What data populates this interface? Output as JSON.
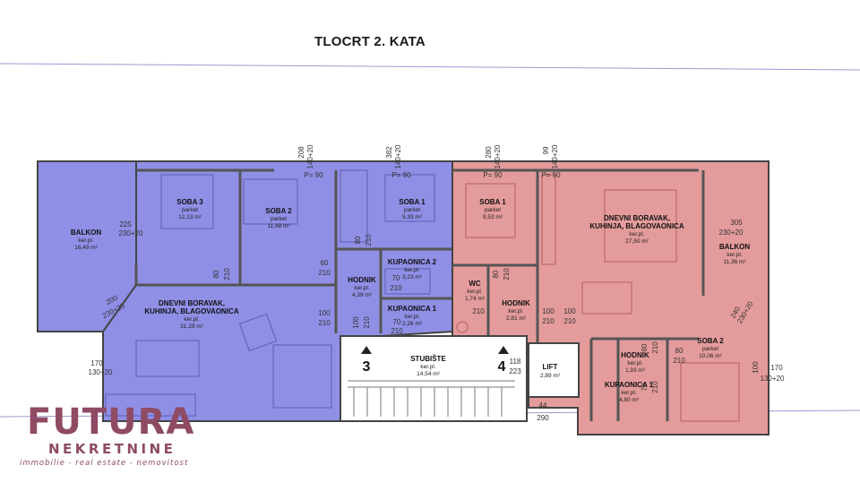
{
  "title": "TLOCRT 2. KATA",
  "colors": {
    "apartment_left": "#8f8fe6",
    "apartment_right": "#e49b9b",
    "wall": "#5a5a5a",
    "brand": "#8e4b63"
  },
  "rooms": {
    "balkon_left": {
      "name": "BALKON",
      "floor": "ker.pl.",
      "area": "16,49 m²"
    },
    "soba3": {
      "name": "SOBA 3",
      "floor": "parket",
      "area": "12,13 m²"
    },
    "soba2_left": {
      "name": "SOBA 2",
      "floor": "parket",
      "area": "11,48 m²"
    },
    "soba1_left": {
      "name": "SOBA 1",
      "floor": "parket",
      "area": "9,33 m²"
    },
    "dnevni_left": {
      "name1": "DNEVNI BORAVAK,",
      "name2": "KUHINJA, BLAGOVAONICA",
      "floor": "ker.pl.",
      "area": "31,29 m²"
    },
    "hodnik_left": {
      "name": "HODNIK",
      "floor": "ker.pl.",
      "area": "4,39 m²"
    },
    "kupaonica2": {
      "name": "KUPAONICA 2",
      "floor": "ker.pl.",
      "area": "3,23 m²"
    },
    "kupaonica1_left": {
      "name": "KUPAONICA 1",
      "floor": "ker.pl.",
      "area": "2,26 m²"
    },
    "stubiste": {
      "name": "STUBIŠTE",
      "floor": "ker.pl.",
      "area": "14,54 m²"
    },
    "lift": {
      "name": "LIFT",
      "area": "2,89 m²"
    },
    "soba1_right": {
      "name": "SOBA 1",
      "floor": "parket",
      "area": "9,53 m²"
    },
    "wc": {
      "name": "WC",
      "floor": "ker.pl.",
      "area": "1,74 m²"
    },
    "hodnik_mid": {
      "name": "HODNIK",
      "floor": "ker.pl.",
      "area": "2,81 m²"
    },
    "dnevni_right": {
      "name1": "DNEVNI BORAVAK,",
      "name2": "KUHINJA, BLAGOVAONICA",
      "floor": "ker.pl.",
      "area": "27,50 m²"
    },
    "balkon_right": {
      "name": "BALKON",
      "floor": "ker.pl.",
      "area": "11,36 m²"
    },
    "soba2_right": {
      "name": "SOBA 2",
      "floor": "parket",
      "area": "10,06 m²"
    },
    "hodnik_right": {
      "name": "HODNIK",
      "floor": "ker.pl.",
      "area": "1,93 m²"
    },
    "kupaonica1_right": {
      "name": "KUPAONICA 1",
      "floor": "ker.pl.",
      "area": "4,80 m²"
    }
  },
  "stair_markers": [
    "3",
    "4"
  ],
  "dimensions": {
    "d225": "225",
    "d230_20a": "230+20",
    "d200": "200",
    "d230_20b": "230+20",
    "d170a": "170",
    "d130_20a": "130+20",
    "d80a": "80",
    "d210a": "210",
    "d60": "60",
    "d210b": "210",
    "d80b": "80",
    "d210c": "210",
    "d70": "70",
    "d210d": "210",
    "d100a": "100",
    "d210e": "210",
    "d100b": "100",
    "d210f": "210",
    "d70b": "70",
    "d210g": "210",
    "d80c": "80",
    "d210h": "210",
    "d210i": "210",
    "d100c": "100",
    "d210j": "210",
    "d100d": "100",
    "d210k": "210",
    "d118": "118",
    "d223": "223",
    "d44": "44",
    "d290": "290",
    "d80d": "80",
    "d210l": "210",
    "d80e": "80",
    "d210m": "210",
    "d70c": "70",
    "d210n": "210",
    "d305": "305",
    "d230_20c": "230+20",
    "d240": "240",
    "d230_20d": "230+20",
    "d100e": "100",
    "d170b": "170",
    "d130_20b": "130+20",
    "p90a": "P= 90",
    "p90b": "P= 90",
    "p90c": "P= 90",
    "p90d": "P= 90",
    "w208": "208",
    "w140a": "140+20",
    "w382": "382",
    "w140b": "140+20",
    "w280": "280",
    "w140c": "140+20",
    "w99": "99",
    "w140d": "140+20"
  },
  "logo": {
    "brand": "FUTURA",
    "sub": "NEKRETNINE",
    "tagline": "immobilie - real estate - nemovitost"
  }
}
